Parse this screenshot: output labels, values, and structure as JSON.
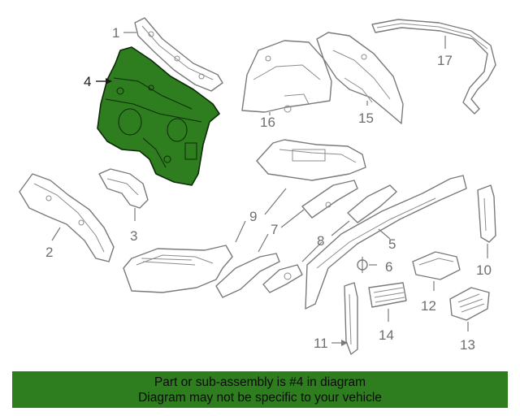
{
  "colors": {
    "highlight": "#2e7d1e",
    "banner_bg": "#2e7d1e",
    "part_stroke": "#7a7a7a",
    "callout_text": "#6e6e6e"
  },
  "callouts": {
    "c1": "1",
    "c2": "2",
    "c3": "3",
    "c4": "4",
    "c5": "5",
    "c6": "6",
    "c7": "7",
    "c8": "8",
    "c9": "9",
    "c10": "10",
    "c11": "11",
    "c12": "12",
    "c13": "13",
    "c14": "14",
    "c15": "15",
    "c16": "16",
    "c17": "17"
  },
  "banner": {
    "line1": "Part or sub-assembly is #4 in diagram",
    "line2": "Diagram may not be specific to your vehicle"
  }
}
